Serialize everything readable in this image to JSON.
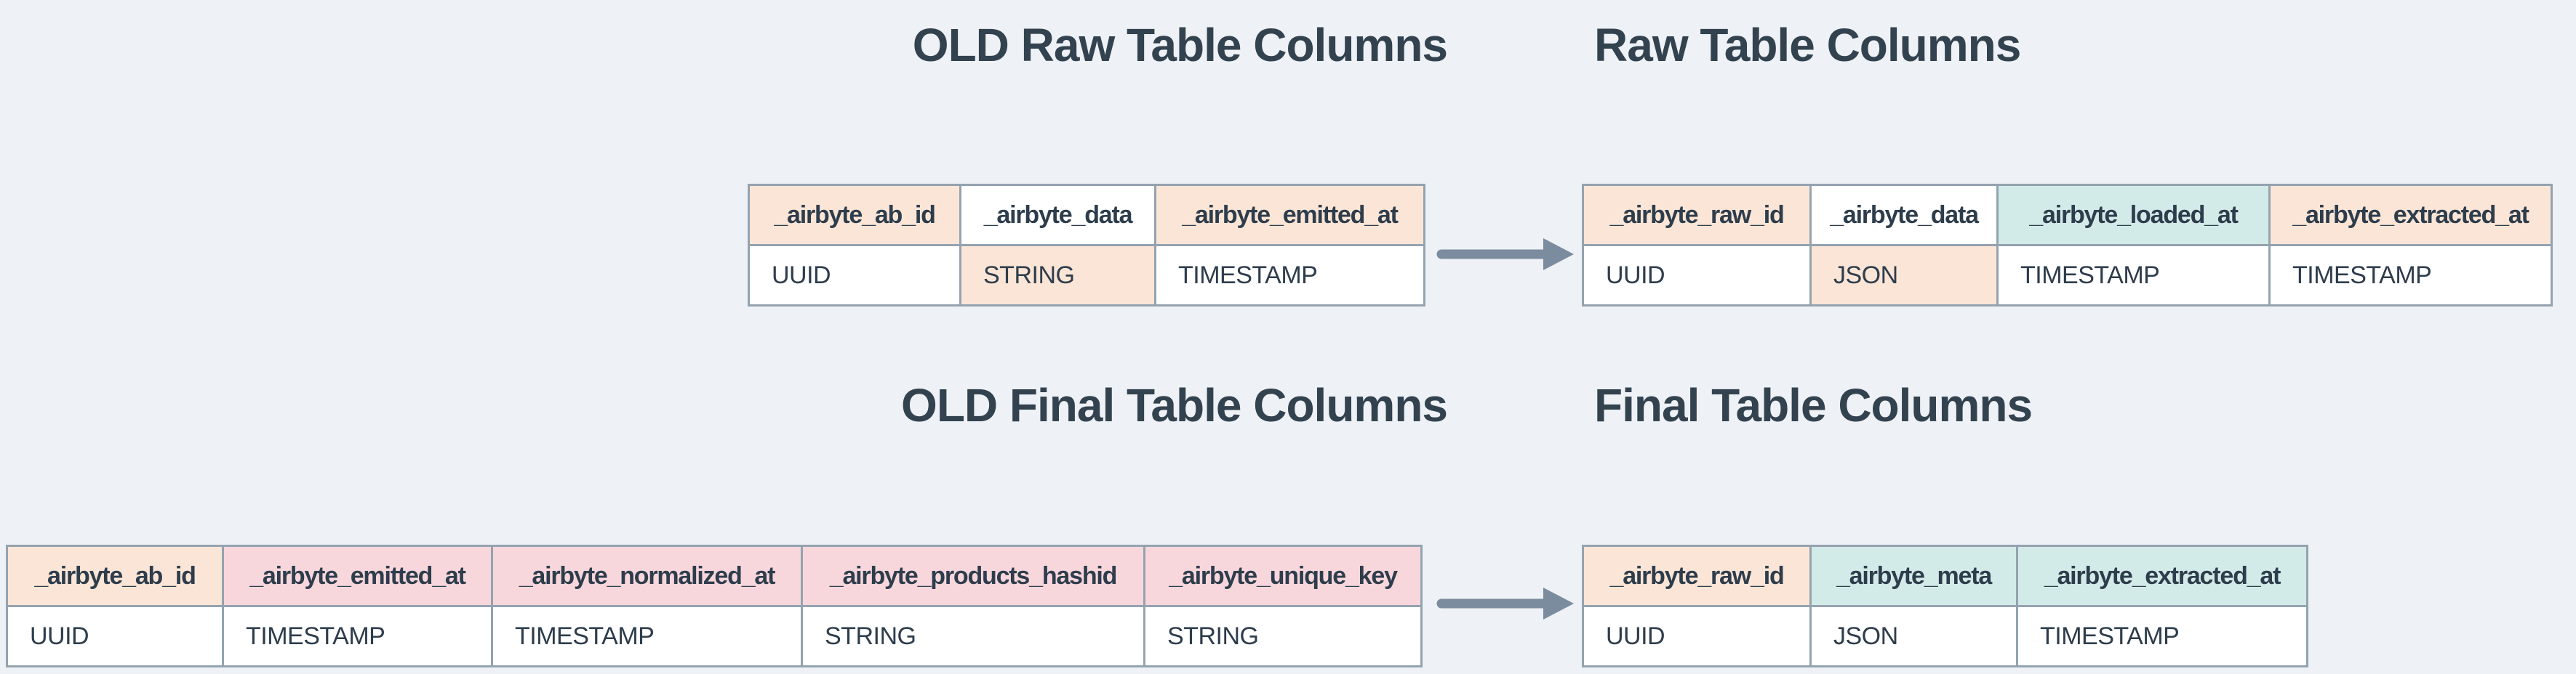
{
  "diagram": {
    "kind": "schema-migration-diagram",
    "sections": {
      "old_raw": {
        "title": "OLD Raw Table Columns",
        "columns": [
          {
            "name": "_airbyte_ab_id",
            "type": "UUID",
            "header_highlight": "peach",
            "type_highlight": "white"
          },
          {
            "name": "_airbyte_data",
            "type": "STRING",
            "header_highlight": "white",
            "type_highlight": "peach"
          },
          {
            "name": "_airbyte_emitted_at",
            "type": "TIMESTAMP",
            "header_highlight": "peach",
            "type_highlight": "white"
          }
        ]
      },
      "new_raw": {
        "title": "Raw Table Columns",
        "columns": [
          {
            "name": "_airbyte_raw_id",
            "type": "UUID",
            "header_highlight": "peach",
            "type_highlight": "white"
          },
          {
            "name": "_airbyte_data",
            "type": "JSON",
            "header_highlight": "white",
            "type_highlight": "peach"
          },
          {
            "name": "_airbyte_loaded_at",
            "type": "TIMESTAMP",
            "header_highlight": "teal",
            "type_highlight": "white"
          },
          {
            "name": "_airbyte_extracted_at",
            "type": "TIMESTAMP",
            "header_highlight": "peach",
            "type_highlight": "white"
          }
        ]
      },
      "old_final": {
        "title": "OLD Final Table Columns",
        "columns": [
          {
            "name": "_airbyte_ab_id",
            "type": "UUID",
            "header_highlight": "peach",
            "type_highlight": "white"
          },
          {
            "name": "_airbyte_emitted_at",
            "type": "TIMESTAMP",
            "header_highlight": "pink",
            "type_highlight": "white"
          },
          {
            "name": "_airbyte_normalized_at",
            "type": "TIMESTAMP",
            "header_highlight": "pink",
            "type_highlight": "white"
          },
          {
            "name": "_airbyte_products_hashid",
            "type": "STRING",
            "header_highlight": "pink",
            "type_highlight": "white"
          },
          {
            "name": "_airbyte_unique_key",
            "type": "STRING",
            "header_highlight": "pink",
            "type_highlight": "white"
          }
        ]
      },
      "new_final": {
        "title": "Final Table Columns",
        "columns": [
          {
            "name": "_airbyte_raw_id",
            "type": "UUID",
            "header_highlight": "peach",
            "type_highlight": "white"
          },
          {
            "name": "_airbyte_meta",
            "type": "JSON",
            "header_highlight": "teal",
            "type_highlight": "white"
          },
          {
            "name": "_airbyte_extracted_at",
            "type": "TIMESTAMP",
            "header_highlight": "teal",
            "type_highlight": "white"
          }
        ]
      }
    },
    "arrows": [
      {
        "id": "raw-migration-arrow",
        "direction": "right"
      },
      {
        "id": "final-migration-arrow",
        "direction": "right"
      }
    ],
    "palette": {
      "background": "#eef1f5",
      "cell_white": "#ffffff",
      "highlight_peach": "#fbe5d6",
      "highlight_teal": "#d3ebe8",
      "highlight_pink": "#f8d7dc",
      "table_border": "#94a3b0",
      "arrow": "#7b8c9e",
      "text": "#2e3d4c"
    }
  }
}
